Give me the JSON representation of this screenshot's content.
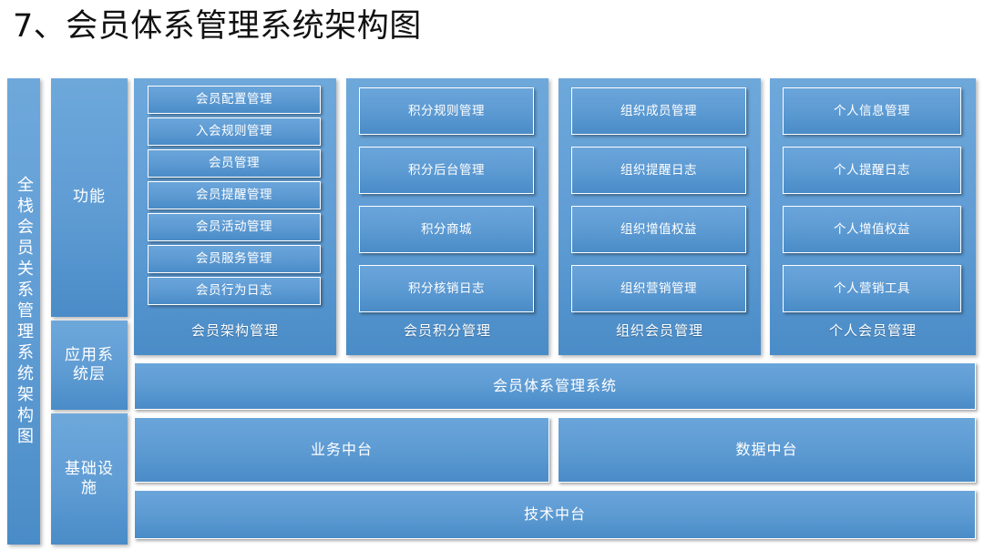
{
  "title": "7、会员体系管理系统架构图",
  "spine": {
    "label": "全栈会员关系管理系统架构图"
  },
  "layers": [
    {
      "name": "layer-function",
      "label": "功能"
    },
    {
      "name": "layer-application",
      "label": "应用系统层"
    },
    {
      "name": "layer-infra",
      "label": "基础设施"
    }
  ],
  "columns": [
    {
      "caption": "会员架构管理",
      "items": [
        "会员配置管理",
        "入会规则管理",
        "会员管理",
        "会员提醒管理",
        "会员活动管理",
        "会员服务管理",
        "会员行为日志"
      ]
    },
    {
      "caption": "会员积分管理",
      "items": [
        "积分规则管理",
        "积分后台管理",
        "积分商城",
        "积分核销日志"
      ]
    },
    {
      "caption": "组织会员管理",
      "items": [
        "组织成员管理",
        "组织提醒日志",
        "组织增值权益",
        "组织营销管理"
      ]
    },
    {
      "caption": "个人会员管理",
      "items": [
        "个人信息管理",
        "个人提醒日志",
        "个人增值权益",
        "个人营销工具"
      ]
    }
  ],
  "application_system": {
    "label": "会员体系管理系统"
  },
  "infrastructure": {
    "middle_platforms": [
      "业务中台",
      "数据中台"
    ],
    "tech_platform": "技术中台"
  },
  "colors": {
    "block_top": "#6aa5da",
    "block_bottom": "#4a8cc7",
    "panel_top": "#6ea8db",
    "text": "#ffffff",
    "title_text": "#111111",
    "background": "#ffffff"
  }
}
